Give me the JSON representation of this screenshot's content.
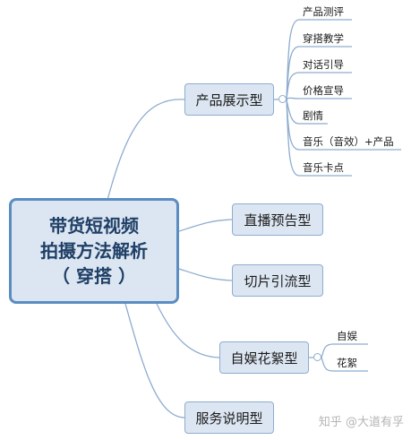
{
  "root": {
    "line1": "带货短视频",
    "line2": "拍摄方法解析",
    "line3": "（ 穿搭 ）"
  },
  "branches": [
    {
      "label": "产品展示型",
      "children": [
        "产品测评",
        "穿搭教学",
        "对话引导",
        "价格宣导",
        "剧情",
        "音乐（音效）+产品",
        "音乐卡点"
      ]
    },
    {
      "label": "直播预告型",
      "children": []
    },
    {
      "label": "切片引流型",
      "children": []
    },
    {
      "label": "自娱花絮型",
      "children": [
        "自娱",
        "花絮"
      ]
    },
    {
      "label": "服务说明型",
      "children": []
    }
  ],
  "watermark": "知乎 @大道有孚",
  "colors": {
    "node_fill": "#dce6f2",
    "node_border": "#8eaccf",
    "root_border": "#5b8cc2",
    "connector": "#8eaccf"
  }
}
